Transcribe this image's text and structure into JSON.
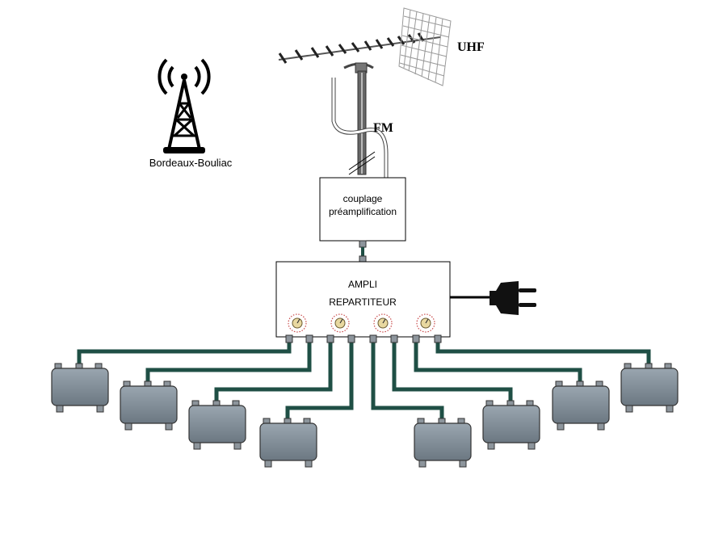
{
  "labels": {
    "tower": "Bordeaux-Bouliac",
    "uhf": "UHF",
    "fm": "FM",
    "coupling_line1": "couplage",
    "coupling_line2": "préamplification",
    "amp_line1": "AMPLI",
    "amp_line2": "REPARTITEUR"
  },
  "colors": {
    "cable": "#1f4f45",
    "splitter_fill": "#7c8a96",
    "splitter_port": "#8d959c",
    "outline": "#000000"
  },
  "counts": {
    "amplifier_outputs": 8,
    "gain_knobs": 4
  }
}
